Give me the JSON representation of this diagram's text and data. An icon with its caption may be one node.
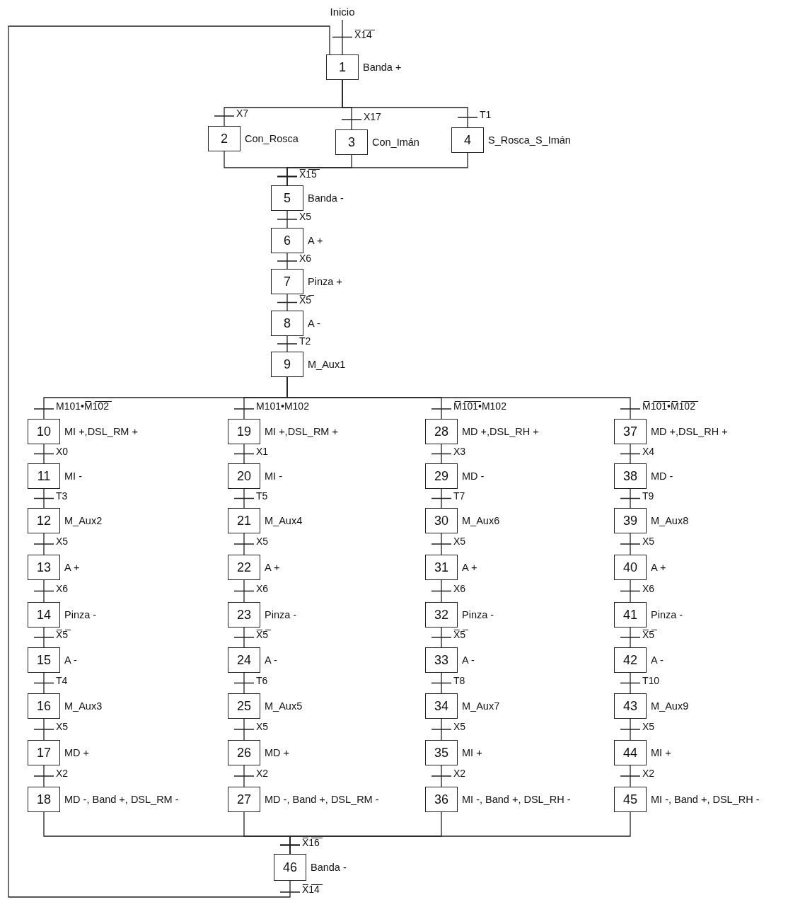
{
  "diagram": {
    "nodes": [
      {
        "text": [
          "Inicio"
        ]
      },
      {
        "text": [
          "1"
        ],
        "beside": [
          "Banda +"
        ]
      },
      {
        "text": [
          "2"
        ],
        "beside": [
          "Con_Rosca"
        ]
      },
      {
        "text": [
          "3"
        ],
        "beside": [
          "Con_Imán"
        ]
      },
      {
        "text": [
          "4"
        ],
        "beside": [
          "S_Rosca_S_Imán"
        ]
      },
      {
        "text": [
          "5"
        ],
        "beside": [
          "Banda -"
        ]
      },
      {
        "text": [
          "6"
        ],
        "beside": [
          "A +"
        ]
      },
      {
        "text": [
          "7"
        ],
        "beside": [
          "Pinza +"
        ]
      },
      {
        "text": [
          "8"
        ],
        "beside": [
          "A -"
        ]
      },
      {
        "text": [
          "9"
        ],
        "beside": [
          "M_Aux1"
        ]
      },
      {
        "text": [
          "10"
        ],
        "beside": [
          "MI +,DSL_RM +"
        ]
      },
      {
        "text": [
          "11"
        ],
        "beside": [
          "MI -"
        ]
      },
      {
        "text": [
          "12"
        ],
        "beside": [
          "M_Aux2"
        ]
      },
      {
        "text": [
          "13"
        ],
        "beside": [
          "A +"
        ]
      },
      {
        "text": [
          "14"
        ],
        "beside": [
          "Pinza -"
        ]
      },
      {
        "text": [
          "15"
        ],
        "beside": [
          "A -"
        ]
      },
      {
        "text": [
          "16"
        ],
        "beside": [
          "M_Aux3"
        ]
      },
      {
        "text": [
          "17"
        ],
        "beside": [
          "MD +"
        ]
      },
      {
        "text": [
          "18"
        ],
        "beside": [
          "MD -, Band +, DSL_RM -"
        ]
      },
      {
        "text": [
          "19"
        ],
        "beside": [
          "MI +,DSL_RM +"
        ]
      },
      {
        "text": [
          "20"
        ],
        "beside": [
          "MI -"
        ]
      },
      {
        "text": [
          "21"
        ],
        "beside": [
          "M_Aux4"
        ]
      },
      {
        "text": [
          "22"
        ],
        "beside": [
          "A +"
        ]
      },
      {
        "text": [
          "23"
        ],
        "beside": [
          "Pinza -"
        ]
      },
      {
        "text": [
          "24"
        ],
        "beside": [
          "A -"
        ]
      },
      {
        "text": [
          "25"
        ],
        "beside": [
          "M_Aux5"
        ]
      },
      {
        "text": [
          "26"
        ],
        "beside": [
          "MD +"
        ]
      },
      {
        "text": [
          "27"
        ],
        "beside": [
          "MD -, Band +, DSL_RM -"
        ]
      },
      {
        "text": [
          "28"
        ],
        "beside": [
          "MD +,DSL_RH +"
        ]
      },
      {
        "text": [
          "29"
        ],
        "beside": [
          "MD -"
        ]
      },
      {
        "text": [
          "30"
        ],
        "beside": [
          "M_Aux6"
        ]
      },
      {
        "text": [
          "31"
        ],
        "beside": [
          "A +"
        ]
      },
      {
        "text": [
          "32"
        ],
        "beside": [
          "Pinza -"
        ]
      },
      {
        "text": [
          "33"
        ],
        "beside": [
          "A -"
        ]
      },
      {
        "text": [
          "34"
        ],
        "beside": [
          "M_Aux7"
        ]
      },
      {
        "text": [
          "35"
        ],
        "beside": [
          "MI +"
        ]
      },
      {
        "text": [
          "36"
        ],
        "beside": [
          "MI -, Band +, DSL_RH -"
        ]
      },
      {
        "text": [
          "37"
        ],
        "beside": [
          "MD +,DSL_RH +"
        ]
      },
      {
        "text": [
          "38"
        ],
        "beside": [
          "MD -"
        ]
      },
      {
        "text": [
          "39"
        ],
        "beside": [
          "M_Aux8"
        ]
      },
      {
        "text": [
          "40"
        ],
        "beside": [
          "A +"
        ]
      },
      {
        "text": [
          "41"
        ],
        "beside": [
          "Pinza -"
        ]
      },
      {
        "text": [
          "42"
        ],
        "beside": [
          "A -"
        ]
      },
      {
        "text": [
          "43"
        ],
        "beside": [
          "M_Aux9"
        ]
      },
      {
        "text": [
          "44"
        ],
        "beside": [
          "MI +"
        ]
      },
      {
        "text": [
          "45"
        ],
        "beside": [
          "MI -, Band +, DSL_RH -"
        ]
      },
      {
        "text": [
          "46"
        ],
        "beside": [
          "Banda -"
        ]
      }
    ],
    "edges": [
      {
        "from": 0,
        "to": 1,
        "arrow": "none",
        "label": "X̅1̅4̅"
      },
      {
        "from": 1,
        "to": 2,
        "arrow": "none",
        "label": "X7"
      },
      {
        "from": 1,
        "to": 3,
        "arrow": "none",
        "label": "X17"
      },
      {
        "from": 1,
        "to": 4,
        "arrow": "none",
        "label": "T1"
      },
      {
        "from": 2,
        "to": 5,
        "arrow": "none",
        "label": "X̅1̅5̅"
      },
      {
        "from": 3,
        "to": 5,
        "arrow": "none"
      },
      {
        "from": 4,
        "to": 5,
        "arrow": "none"
      },
      {
        "from": 5,
        "to": 6,
        "arrow": "none",
        "label": "X5"
      },
      {
        "from": 6,
        "to": 7,
        "arrow": "none",
        "label": "X6"
      },
      {
        "from": 7,
        "to": 8,
        "arrow": "none",
        "label": "X̅5̅"
      },
      {
        "from": 8,
        "to": 9,
        "arrow": "none",
        "label": "T2"
      },
      {
        "from": 9,
        "to": 10,
        "arrow": "none",
        "label": "M101•M̅1̅0̅2̅"
      },
      {
        "from": 9,
        "to": 19,
        "arrow": "none",
        "label": "M101•M102"
      },
      {
        "from": 9,
        "to": 28,
        "arrow": "none",
        "label": "M̅1̅0̅1̅•M102"
      },
      {
        "from": 9,
        "to": 37,
        "arrow": "none",
        "label": "M̅1̅0̅1̅•M̅1̅0̅2̅"
      },
      {
        "from": 10,
        "to": 11,
        "arrow": "none",
        "label": "X0"
      },
      {
        "from": 11,
        "to": 12,
        "arrow": "none",
        "label": "T3"
      },
      {
        "from": 12,
        "to": 13,
        "arrow": "none",
        "label": "X5"
      },
      {
        "from": 13,
        "to": 14,
        "arrow": "none",
        "label": "X6"
      },
      {
        "from": 14,
        "to": 15,
        "arrow": "none",
        "label": "X̅5̅"
      },
      {
        "from": 15,
        "to": 16,
        "arrow": "none",
        "label": "T4"
      },
      {
        "from": 16,
        "to": 17,
        "arrow": "none",
        "label": "X5"
      },
      {
        "from": 17,
        "to": 18,
        "arrow": "none",
        "label": "X2"
      },
      {
        "from": 19,
        "to": 20,
        "arrow": "none",
        "label": "X1"
      },
      {
        "from": 20,
        "to": 21,
        "arrow": "none",
        "label": "T5"
      },
      {
        "from": 21,
        "to": 22,
        "arrow": "none",
        "label": "X5"
      },
      {
        "from": 22,
        "to": 23,
        "arrow": "none",
        "label": "X6"
      },
      {
        "from": 23,
        "to": 24,
        "arrow": "none",
        "label": "X̅5̅"
      },
      {
        "from": 24,
        "to": 25,
        "arrow": "none",
        "label": "T6"
      },
      {
        "from": 25,
        "to": 26,
        "arrow": "none",
        "label": "X5"
      },
      {
        "from": 26,
        "to": 27,
        "arrow": "none",
        "label": "X2"
      },
      {
        "from": 28,
        "to": 29,
        "arrow": "none",
        "label": "X3"
      },
      {
        "from": 29,
        "to": 30,
        "arrow": "none",
        "label": "T7"
      },
      {
        "from": 30,
        "to": 31,
        "arrow": "none",
        "label": "X5"
      },
      {
        "from": 31,
        "to": 32,
        "arrow": "none",
        "label": "X6"
      },
      {
        "from": 32,
        "to": 33,
        "arrow": "none",
        "label": "X̅5̅"
      },
      {
        "from": 33,
        "to": 34,
        "arrow": "none",
        "label": "T8"
      },
      {
        "from": 34,
        "to": 35,
        "arrow": "none",
        "label": "X5"
      },
      {
        "from": 35,
        "to": 36,
        "arrow": "none",
        "label": "X2"
      },
      {
        "from": 37,
        "to": 38,
        "arrow": "none",
        "label": "X4"
      },
      {
        "from": 38,
        "to": 39,
        "arrow": "none",
        "label": "T9"
      },
      {
        "from": 39,
        "to": 40,
        "arrow": "none",
        "label": "X5"
      },
      {
        "from": 40,
        "to": 41,
        "arrow": "none",
        "label": "X6"
      },
      {
        "from": 41,
        "to": 42,
        "arrow": "none",
        "label": "X̅5̅"
      },
      {
        "from": 42,
        "to": 43,
        "arrow": "none",
        "label": "T10"
      },
      {
        "from": 43,
        "to": 44,
        "arrow": "none",
        "label": "X5"
      },
      {
        "from": 44,
        "to": 45,
        "arrow": "none",
        "label": "X2"
      },
      {
        "from": 18,
        "to": 46,
        "arrow": "none",
        "label": "X̅1̅6̅"
      },
      {
        "from": 27,
        "to": 46,
        "arrow": "none"
      },
      {
        "from": 36,
        "to": 46,
        "arrow": "none"
      },
      {
        "from": 45,
        "to": 46,
        "arrow": "none"
      },
      {
        "from": 46,
        "to": 1,
        "arrow": "none",
        "label": "X̅1̅4̅"
      }
    ]
  }
}
